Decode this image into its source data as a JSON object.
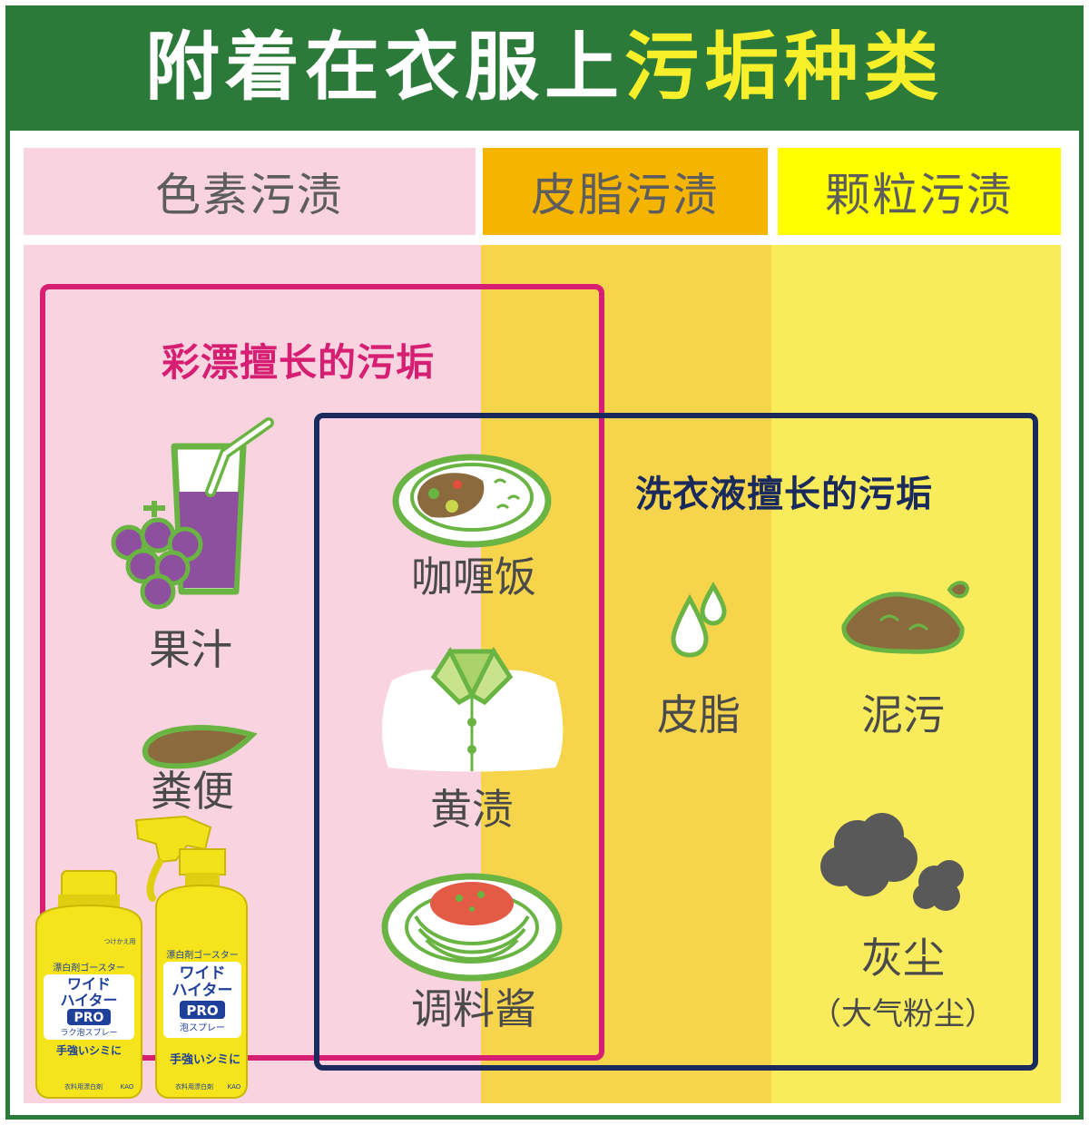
{
  "title": {
    "part1": "附着在衣服上",
    "part2": "污垢种类"
  },
  "colors": {
    "title_bg": "#2c7a3a",
    "title_white": "#ffffff",
    "title_yellow": "#f7ef2a",
    "pigment_bg": "#f9d3df",
    "sebum_header": "#f5b400",
    "sebum_bg": "#f6d54c",
    "particle_header": "#ffff00",
    "particle_bg": "#f8ec5c",
    "bleach_box": "#d61f72",
    "detergent_box": "#1a2a5c",
    "icon_green": "#6ab443",
    "icon_brown": "#8b6a3e",
    "icon_purple": "#8d4f9e"
  },
  "columns": {
    "pigment": "色素污渍",
    "sebum": "皮脂污渍",
    "particle": "颗粒污渍"
  },
  "boxes": {
    "bleach": "彩漂擅长的污垢",
    "detergent": "洗衣液擅长的污垢"
  },
  "stains": {
    "juice": "果汁",
    "feces": "粪便",
    "curry": "咖喱饭",
    "yellow": "黄渍",
    "sauce": "调料酱",
    "sebum": "皮脂",
    "mud": "泥污",
    "dust": "灰尘",
    "dust_note": "（大气粉尘）"
  },
  "icons": [
    "juice-glass-icon",
    "grape-icon",
    "feces-icon",
    "curry-rice-icon",
    "shirt-icon",
    "spaghetti-icon",
    "sebum-drops-icon",
    "mud-icon",
    "dust-icon"
  ],
  "product": {
    "refill": {
      "top": "漂白剤ゴースター",
      "brand1": "ワイド",
      "brand2": "ハイター",
      "pro": "PRO",
      "type": "ラク泡スプレー",
      "tagline": "手強いシミに",
      "badge": "つけかえ用",
      "foot": "衣料用漂白剤",
      "maker": "KAO"
    },
    "spray": {
      "top": "漂白剤ゴースター",
      "brand1": "ワイド",
      "brand2": "ハイター",
      "pro": "PRO",
      "type": "泡スプレー",
      "tagline": "手強いシミに",
      "foot": "衣料用漂白剤",
      "maker": "KAO"
    }
  }
}
